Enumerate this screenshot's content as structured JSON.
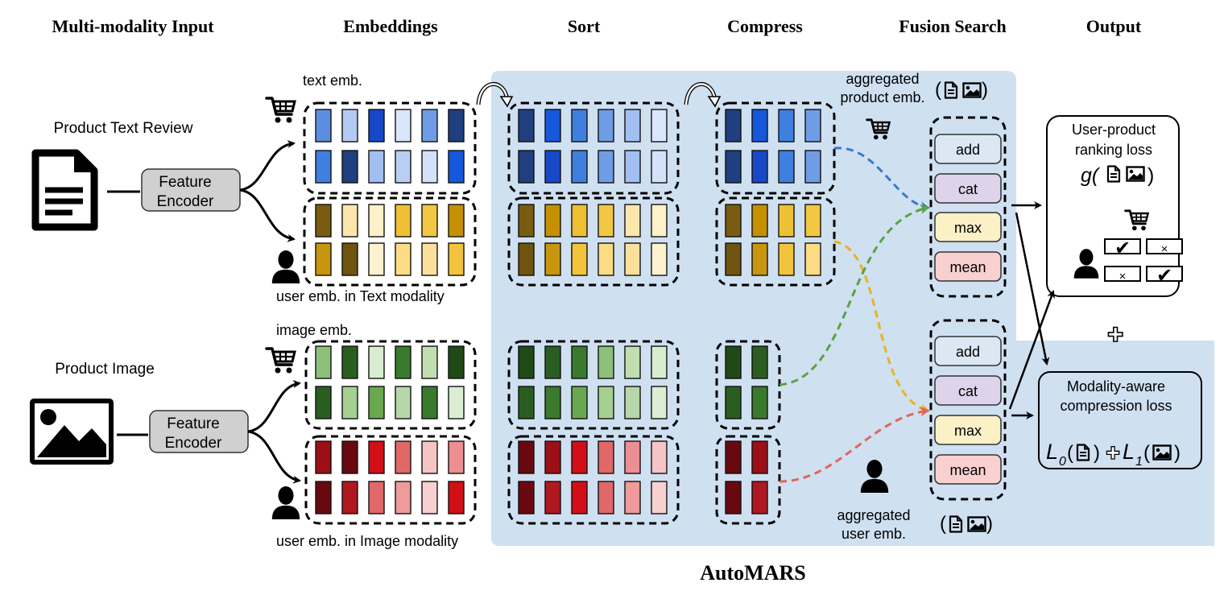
{
  "headers": {
    "input": "Multi-modality Input",
    "embeddings": "Embeddings",
    "sort": "Sort",
    "compress": "Compress",
    "fusion": "Fusion Search",
    "output": "Output"
  },
  "footer_title": "AutoMARS",
  "inputs": {
    "text_review": "Product Text Review",
    "image": "Product Image",
    "encoder_line1": "Feature",
    "encoder_line2": "Encoder"
  },
  "embedding_labels": {
    "text_emb": "text emb.",
    "user_text": "user emb. in Text modality",
    "image_emb": "image emb.",
    "user_image": "user emb. in Image modality"
  },
  "aggregation": {
    "product_line1": "aggregated",
    "product_line2": "product emb.",
    "user_line1": "aggregated",
    "user_line2": "user emb."
  },
  "fusion_ops": [
    "add",
    "cat",
    "max",
    "mean"
  ],
  "losses": {
    "ranking_line1": "User-product",
    "ranking_line2": "ranking loss",
    "ranking_func": "g(",
    "ranking_close": ")",
    "compression_line1": "Modality-aware",
    "compression_line2": "compression loss",
    "l0": "L",
    "l0_sub": "0",
    "l1": "L",
    "l1_sub": "1",
    "paren_open": "(",
    "paren_close": ")",
    "check": "✔",
    "cross": "×",
    "plus": "✚"
  },
  "colors": {
    "panel": "#cfe0f1",
    "arrow_blue": "#3a78c9",
    "arrow_yellow": "#e8b320",
    "arrow_green": "#5aa341",
    "arrow_red": "#e0655a",
    "op_add": "#dbe8f4",
    "op_cat": "#ddd3ea",
    "op_max": "#fcf0c7",
    "op_mean": "#f8d0cf"
  },
  "embedding_blocks": {
    "emb_text": {
      "row1": [
        "#5b8ee0",
        "#b3cbf2",
        "#1648c8",
        "#dae6fb",
        "#6f9de5",
        "#1f3f80"
      ],
      "row2": [
        "#3f7fe0",
        "#1f3f80",
        "#a2bff2",
        "#b8cff3",
        "#d3e1fa",
        "#1558dc"
      ]
    },
    "emb_user_text": {
      "row1": [
        "#7a5c10",
        "#fde6ac",
        "#fef0c8",
        "#eec034",
        "#f2c744",
        "#c59102"
      ],
      "row2": [
        "#c8960e",
        "#6f5410",
        "#fdf2d0",
        "#fbdc85",
        "#fbe09c",
        "#f2c33c"
      ]
    },
    "emb_image": {
      "row1": [
        "#8cc07a",
        "#2a5e20",
        "#d8ecd0",
        "#3a7a2c",
        "#c0deb0",
        "#1f4a16"
      ],
      "row2": [
        "#2a5e20",
        "#a6d092",
        "#6aa84f",
        "#b7d7a8",
        "#3a7a2c",
        "#dbeed3"
      ]
    },
    "emb_user_image": {
      "row1": [
        "#9c0f17",
        "#6a0810",
        "#d20f17",
        "#e06868",
        "#f5c4c4",
        "#ec8e92"
      ],
      "row2": [
        "#6a0810",
        "#b01820",
        "#e06868",
        "#ef9b9b",
        "#f7d0d0",
        "#d20f17"
      ]
    },
    "sort_text": {
      "row1": [
        "#1f3f80",
        "#1558dc",
        "#3f7fe0",
        "#6f9de5",
        "#a2bff2",
        "#dae6fb"
      ],
      "row2": [
        "#1f3f80",
        "#1648c8",
        "#3f7fe0",
        "#6f9de5",
        "#a2bff2",
        "#d3e1fa"
      ]
    },
    "sort_user_text": {
      "row1": [
        "#7a5c10",
        "#c59102",
        "#eec034",
        "#f2c744",
        "#fde6ac",
        "#fef0c8"
      ],
      "row2": [
        "#6f5410",
        "#c8960e",
        "#f2c33c",
        "#fbdc85",
        "#fbe09c",
        "#fdf2d0"
      ]
    },
    "sort_image": {
      "row1": [
        "#1f4a16",
        "#2a5e20",
        "#3a7a2c",
        "#8cc07a",
        "#c0deb0",
        "#d8ecd0"
      ],
      "row2": [
        "#2a5e20",
        "#3a7a2c",
        "#6aa84f",
        "#a6d092",
        "#b7d7a8",
        "#dbeed3"
      ]
    },
    "sort_user_image": {
      "row1": [
        "#6a0810",
        "#9c0f17",
        "#d20f17",
        "#e06868",
        "#ec8e92",
        "#f5c4c4"
      ],
      "row2": [
        "#6a0810",
        "#b01820",
        "#d20f17",
        "#e06868",
        "#ef9b9b",
        "#f7d0d0"
      ]
    },
    "comp_text": {
      "row1": [
        "#1f3f80",
        "#1558dc",
        "#3f7fe0",
        "#6f9de5"
      ],
      "row2": [
        "#1f3f80",
        "#1648c8",
        "#3f7fe0",
        "#6f9de5"
      ]
    },
    "comp_user_text": {
      "row1": [
        "#7a5c10",
        "#c59102",
        "#eec034",
        "#f2c744"
      ],
      "row2": [
        "#6f5410",
        "#c8960e",
        "#f2c33c",
        "#fbdc85"
      ]
    },
    "comp_image": {
      "row1": [
        "#1f4a16",
        "#2a5e20"
      ],
      "row2": [
        "#2a5e20",
        "#3a7a2c"
      ]
    },
    "comp_user_image": {
      "row1": [
        "#6a0810",
        "#9c0f17"
      ],
      "row2": [
        "#6a0810",
        "#b01820"
      ]
    }
  }
}
